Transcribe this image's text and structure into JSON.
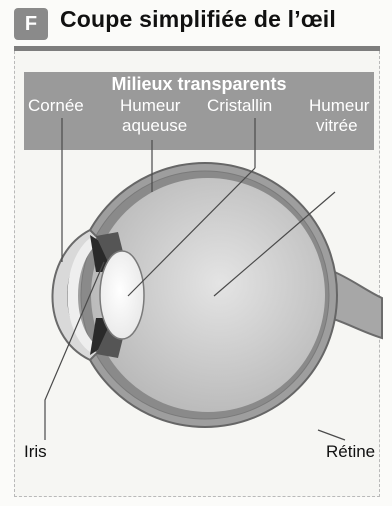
{
  "header": {
    "badge": "F",
    "title": "Coupe simplifiée de l’œil"
  },
  "labels": {
    "group": "Milieux transparents",
    "cornee": "Cornée",
    "humeur_aqueuse_1": "Humeur",
    "humeur_aqueuse_2": "aqueuse",
    "cristallin": "Cristallin",
    "humeur_vitree_1": "Humeur",
    "humeur_vitree_2": "vitrée",
    "iris": "Iris",
    "retine": "Rétine"
  }
}
